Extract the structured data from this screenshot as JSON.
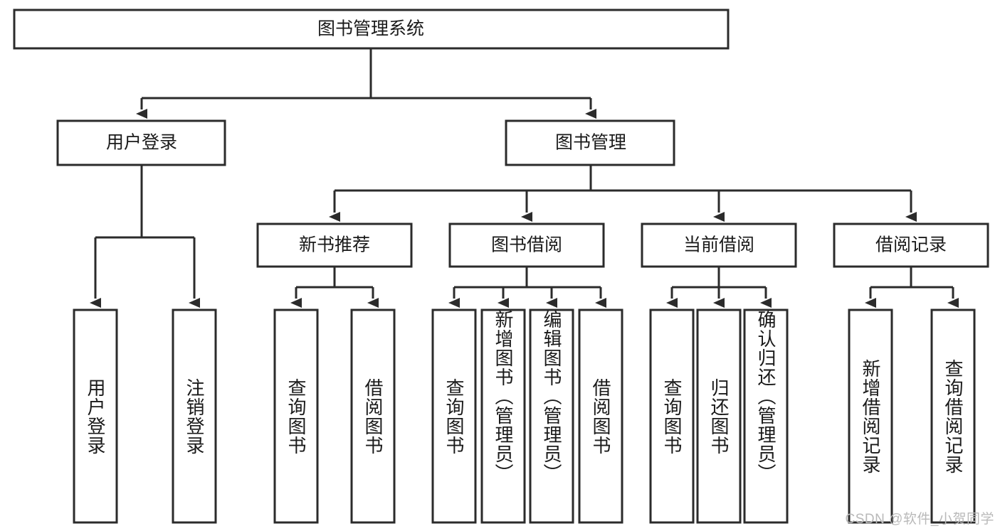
{
  "diagram": {
    "type": "hierarchy-tree",
    "title": "图书管理系统",
    "watermark": "CSDN @软件_小贺同学",
    "root": {
      "id": "root",
      "label": "图书管理系统",
      "orientation": "horizontal"
    },
    "level2": [
      {
        "id": "user-login",
        "label": "用户登录",
        "orientation": "horizontal"
      },
      {
        "id": "book-manage",
        "label": "图书管理",
        "orientation": "horizontal"
      }
    ],
    "level3": [
      {
        "id": "new-book-rec",
        "label": "新书推荐",
        "orientation": "horizontal",
        "parent": "book-manage"
      },
      {
        "id": "book-borrow",
        "label": "图书借阅",
        "orientation": "horizontal",
        "parent": "book-manage"
      },
      {
        "id": "current-borrow",
        "label": "当前借阅",
        "orientation": "horizontal",
        "parent": "book-manage"
      },
      {
        "id": "borrow-record",
        "label": "借阅记录",
        "orientation": "horizontal",
        "parent": "book-manage"
      }
    ],
    "leaves": [
      {
        "id": "leaf-user-login",
        "label": "用户登录",
        "orientation": "vertical",
        "parent": "user-login"
      },
      {
        "id": "leaf-user-logout",
        "label": "注销登录",
        "orientation": "vertical",
        "parent": "user-login"
      },
      {
        "id": "leaf-query-book-1",
        "label": "查询图书",
        "orientation": "vertical",
        "parent": "new-book-rec"
      },
      {
        "id": "leaf-borrow-book-1",
        "label": "借阅图书",
        "orientation": "vertical",
        "parent": "new-book-rec"
      },
      {
        "id": "leaf-query-book-2",
        "label": "查询图书",
        "orientation": "vertical",
        "parent": "book-borrow"
      },
      {
        "id": "leaf-add-book",
        "label": "新增图书（管理员）",
        "orientation": "vertical",
        "parent": "book-borrow"
      },
      {
        "id": "leaf-edit-book",
        "label": "编辑图书（管理员）",
        "orientation": "vertical",
        "parent": "book-borrow"
      },
      {
        "id": "leaf-borrow-book-2",
        "label": "借阅图书",
        "orientation": "vertical",
        "parent": "book-borrow"
      },
      {
        "id": "leaf-query-book-3",
        "label": "查询图书",
        "orientation": "vertical",
        "parent": "current-borrow"
      },
      {
        "id": "leaf-return-book",
        "label": "归还图书",
        "orientation": "vertical",
        "parent": "current-borrow"
      },
      {
        "id": "leaf-confirm-return",
        "label": "确认归还（管理员）",
        "orientation": "vertical",
        "parent": "current-borrow"
      },
      {
        "id": "leaf-add-record",
        "label": "新增借阅记录",
        "orientation": "vertical",
        "parent": "borrow-record"
      },
      {
        "id": "leaf-query-record",
        "label": "查询借阅记录",
        "orientation": "vertical",
        "parent": "borrow-record"
      }
    ],
    "colors": {
      "stroke": "#2b2b2b",
      "fill": "#ffffff",
      "text": "#1a1a1a",
      "watermark": "#b9b9b9",
      "background": "#ffffff"
    }
  }
}
